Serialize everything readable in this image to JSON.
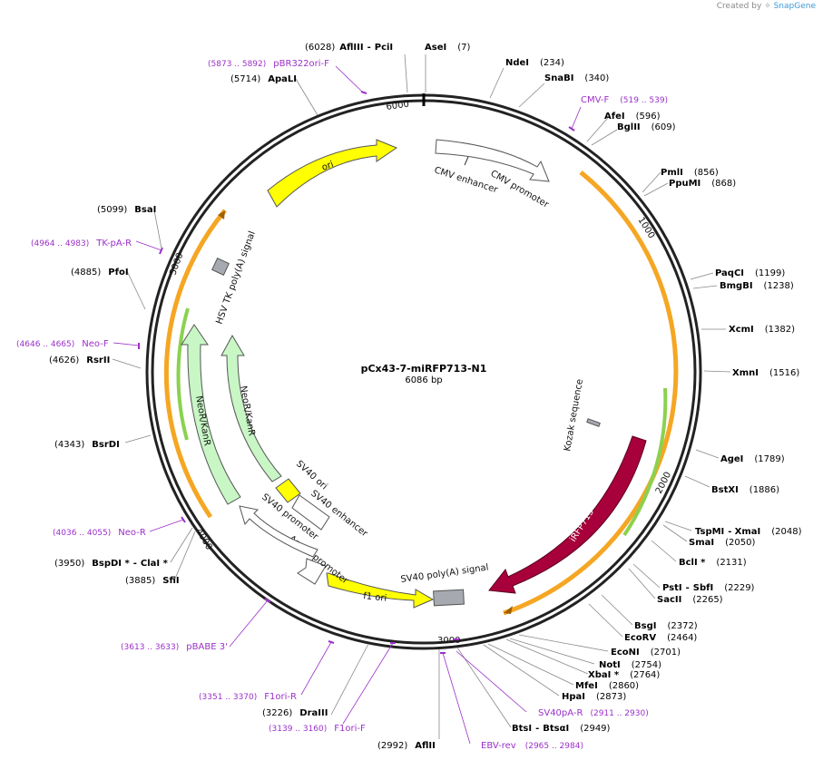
{
  "credit": {
    "prefix": "Created by",
    "brand": "SnapGene"
  },
  "plasmid": {
    "name": "pCx43-7-miRFP713-N1",
    "size": "6086 bp",
    "length": 6086
  },
  "colors": {
    "ori": "#ffff00",
    "cds_red": "#a8003a",
    "neo": "#c8f7c5",
    "ann_orange": "#f5a623",
    "primer": "#9b30c9",
    "polyA": "#a6aab0"
  },
  "ticks": [
    "1000",
    "2000",
    "3000",
    "4000",
    "5000",
    "6000"
  ],
  "features": [
    {
      "id": "cmv-enhancer",
      "label": "CMV enhancer"
    },
    {
      "id": "cmv-promoter",
      "label": "CMV promoter"
    },
    {
      "id": "kozak",
      "label": "Kozak sequence"
    },
    {
      "id": "irfp713",
      "label": "iRFP713"
    },
    {
      "id": "sv40-polya",
      "label": "SV40 poly(A) signal"
    },
    {
      "id": "f1-ori",
      "label": "f1 ori"
    },
    {
      "id": "ampr-promoter",
      "label": "AmpR promoter"
    },
    {
      "id": "sv40-promoter",
      "label": "SV40 promoter"
    },
    {
      "id": "sv40-enhancer",
      "label": "SV40 enhancer"
    },
    {
      "id": "sv40-ori",
      "label": "SV40 ori"
    },
    {
      "id": "neo-inner",
      "label": "NeoR/KanR"
    },
    {
      "id": "neo-outer",
      "label": "NeoR/KanR"
    },
    {
      "id": "hsv-polya",
      "label": "HSV TK poly(A) signal"
    },
    {
      "id": "ori",
      "label": "ori"
    }
  ],
  "enzymes": [
    {
      "pos": "(7)",
      "name": "AseI"
    },
    {
      "pos": "(6028)",
      "name": "AflIII",
      "name2": "PciI"
    },
    {
      "pos": "(234)",
      "name": "NdeI"
    },
    {
      "pos": "(340)",
      "name": "SnaBI"
    },
    {
      "pos": "(596)",
      "name": "AfeI"
    },
    {
      "pos": "(609)",
      "name": "BglII"
    },
    {
      "pos": "(856)",
      "name": "PmlI"
    },
    {
      "pos": "(868)",
      "name": "PpuMI"
    },
    {
      "pos": "(1199)",
      "name": "PaqCI"
    },
    {
      "pos": "(1238)",
      "name": "BmgBI"
    },
    {
      "pos": "(1382)",
      "name": "XcmI"
    },
    {
      "pos": "(1516)",
      "name": "XmnI"
    },
    {
      "pos": "(1789)",
      "name": "AgeI"
    },
    {
      "pos": "(1886)",
      "name": "BstXI"
    },
    {
      "pos": "(2048)",
      "name": "TspMI",
      "name2": "XmaI"
    },
    {
      "pos": "(2050)",
      "name": "SmaI"
    },
    {
      "pos": "(2131)",
      "name": "BclI *"
    },
    {
      "pos": "(2229)",
      "name": "PstI",
      "name2": "SbfI"
    },
    {
      "pos": "(2265)",
      "name": "SacII"
    },
    {
      "pos": "(2372)",
      "name": "BsgI"
    },
    {
      "pos": "(2464)",
      "name": "EcoRV"
    },
    {
      "pos": "(2701)",
      "name": "EcoNI"
    },
    {
      "pos": "(2754)",
      "name": "NotI"
    },
    {
      "pos": "(2764)",
      "name": "XbaI *"
    },
    {
      "pos": "(2860)",
      "name": "MfeI"
    },
    {
      "pos": "(2873)",
      "name": "HpaI"
    },
    {
      "pos": "(2949)",
      "name": "BtsI",
      "name2": "BtsαI"
    },
    {
      "pos": "(2992)",
      "name": "AflII"
    },
    {
      "pos": "(3226)",
      "name": "DraIII"
    },
    {
      "pos": "(3885)",
      "name": "SfiI"
    },
    {
      "pos": "(3950)",
      "name": "BspDI *",
      "name2": "ClaI *"
    },
    {
      "pos": "(4343)",
      "name": "BsrDI"
    },
    {
      "pos": "(4626)",
      "name": "RsrII"
    },
    {
      "pos": "(4885)",
      "name": "PfoI"
    },
    {
      "pos": "(5099)",
      "name": "BsaI"
    },
    {
      "pos": "(5714)",
      "name": "ApaLI"
    }
  ],
  "primers": [
    {
      "range": "(5873 .. 5892)",
      "name": "pBR322ori-F"
    },
    {
      "range": "(519 .. 539)",
      "name": "CMV-F"
    },
    {
      "range": "(4964 .. 4983)",
      "name": "TK-pA-R"
    },
    {
      "range": "(4646 .. 4665)",
      "name": "Neo-F"
    },
    {
      "range": "(4036 .. 4055)",
      "name": "Neo-R"
    },
    {
      "range": "(3613 .. 3633)",
      "name": "pBABE 3'"
    },
    {
      "range": "(3351 .. 3370)",
      "name": "F1ori-R"
    },
    {
      "range": "(3139 .. 3160)",
      "name": "F1ori-F"
    },
    {
      "range": "(2911 .. 2930)",
      "name": "SV40pA-R"
    },
    {
      "range": "(2965 .. 2984)",
      "name": "EBV-rev"
    }
  ]
}
